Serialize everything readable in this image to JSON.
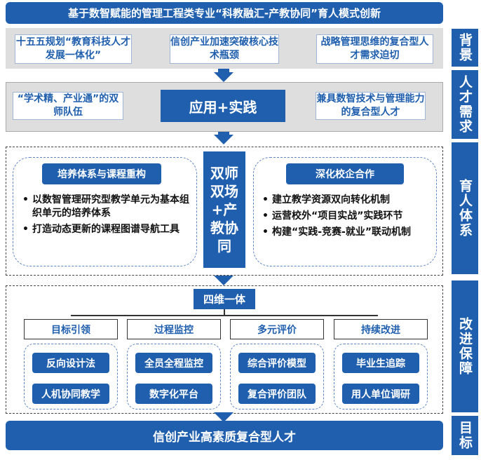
{
  "title": "基于数智赋能的管理工程类专业“科教融汇-产教协同”育人模式创新",
  "side_labels": [
    "背景",
    "人才需求",
    "育人体系",
    "改进保障",
    "目标"
  ],
  "background": {
    "items": [
      "十五五规划“教育科技人才发展一体化”",
      "信创产业加速突破核心技术瓶颈",
      "战略管理思维的复合型人才需求迫切"
    ]
  },
  "demand": {
    "left": "“学术精、产业通”的双师队伍",
    "center": "应用+实践",
    "right": "兼具数智技术与管理能力的复合型人才"
  },
  "system": {
    "left_title": "培养体系与课程重构",
    "left_items": [
      "以数智管理研究型教学单元为基本组织单元的培养体系",
      "打造动态更新的课程图谱导航工具"
    ],
    "center": "双师双场+产教协同",
    "right_title": "深化校企合作",
    "right_items": [
      "建立教学资源双向转化机制",
      "运营校外“项目实战”实践环节",
      "构建“实践-竞赛-就业”联动机制"
    ]
  },
  "guarantee": {
    "header": "四维一体",
    "columns": [
      {
        "label": "目标引领",
        "items": [
          "反向设计法",
          "人机协同教学"
        ]
      },
      {
        "label": "过程监控",
        "items": [
          "全员全程监控",
          "数字化平台"
        ]
      },
      {
        "label": "多元评价",
        "items": [
          "综合评价模型",
          "复合评价团队"
        ]
      },
      {
        "label": "持续改进",
        "items": [
          "毕业生追踪",
          "用人单位调研"
        ]
      }
    ]
  },
  "goal": "信创产业高素质复合型人才",
  "colors": {
    "primary": "#1f5fae",
    "band": "#dedede"
  }
}
